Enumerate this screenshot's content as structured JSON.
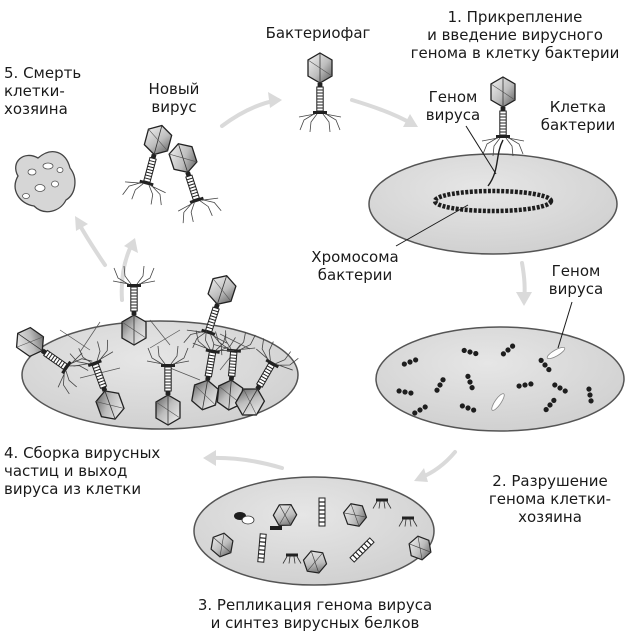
{
  "labels": {
    "bacteriophage": "Бактериофаг",
    "step1": "1. Прикрепление\nи введение вирусного\nгенома в клетку бактерии",
    "genome_virus_top": "Геном\nвируса",
    "bacterium_cell": "Клетка\nбактерии",
    "chromosome": "Хромосома\nбактерии",
    "genome_virus_right": "Геном\nвируса",
    "step2": "2. Разрушение\nгенома клетки-\nхозяина",
    "step3": "3. Репликация генома вируса\nи синтез вирусных белков",
    "step4": "4. Сборка вирусных\nчастиц и выход\nвируса из клетки",
    "step5": "5. Смерть\nклетки-\nхозяина",
    "new_virus": "Новый\nвирус"
  },
  "colors": {
    "cell_fill": "#d9d9d9",
    "cell_stroke": "#555555",
    "arrow": "#dadada",
    "dna": "#1e1e1e",
    "capsid_light": "#f0f0f0",
    "capsid_dark": "#6a6a6a"
  }
}
